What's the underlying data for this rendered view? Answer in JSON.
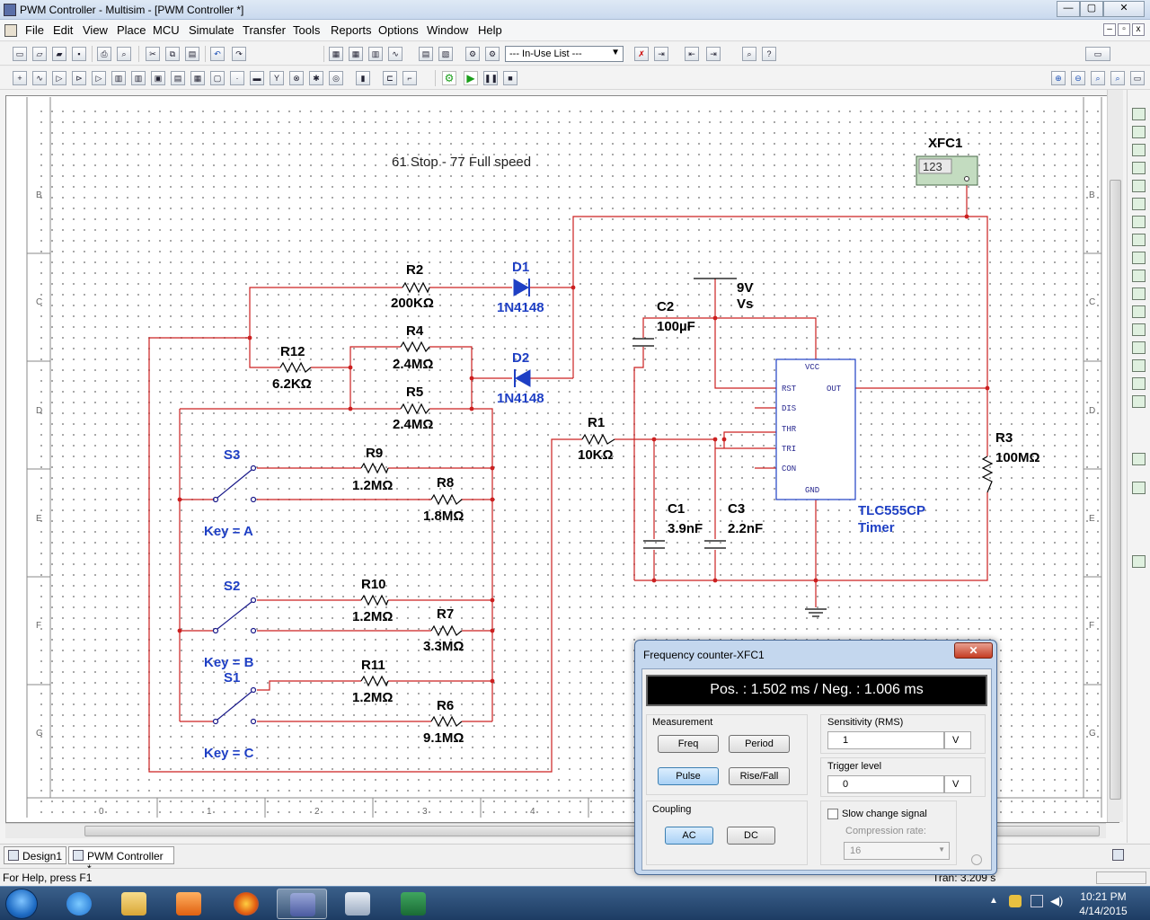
{
  "window": {
    "title": "PWM Controller - Multisim - [PWM Controller *]",
    "minimize": "—",
    "maximize": "▢",
    "close": "✕"
  },
  "menu": {
    "items": [
      "File",
      "Edit",
      "View",
      "Place",
      "MCU",
      "Simulate",
      "Transfer",
      "Tools",
      "Reports",
      "Options",
      "Window",
      "Help"
    ]
  },
  "toolbar": {
    "in_use_list": "--- In-Use List ---"
  },
  "schematic": {
    "note": "61 Stop - 77 Full speed",
    "xfc1": {
      "ref": "XFC1",
      "display": "123"
    },
    "r2": {
      "ref": "R2",
      "value": "200KΩ"
    },
    "d1": {
      "ref": "D1",
      "model": "1N4148"
    },
    "r4": {
      "ref": "R4",
      "value": "2.4MΩ"
    },
    "r12": {
      "ref": "R12",
      "value": "6.2KΩ"
    },
    "d2": {
      "ref": "D2",
      "model": "1N4148"
    },
    "r5": {
      "ref": "R5",
      "value": "2.4MΩ"
    },
    "s3": {
      "ref": "S3",
      "key": "Key = A"
    },
    "r9": {
      "ref": "R9",
      "value": "1.2MΩ"
    },
    "r8": {
      "ref": "R8",
      "value": "1.8MΩ"
    },
    "s2": {
      "ref": "S2",
      "key": "Key = B"
    },
    "r10": {
      "ref": "R10",
      "value": "1.2MΩ"
    },
    "r7": {
      "ref": "R7",
      "value": "3.3MΩ"
    },
    "s1": {
      "ref": "S1",
      "key": "Key = C"
    },
    "r11": {
      "ref": "R11",
      "value": "1.2MΩ"
    },
    "r6": {
      "ref": "R6",
      "value": "9.1MΩ"
    },
    "r1": {
      "ref": "R1",
      "value": "10KΩ"
    },
    "c2": {
      "ref": "C2",
      "value": "100µF"
    },
    "vs": {
      "ref": "Vs",
      "value": "9V"
    },
    "c1": {
      "ref": "C1",
      "value": "3.9nF"
    },
    "c3": {
      "ref": "C3",
      "value": "2.2nF"
    },
    "r3": {
      "ref": "R3",
      "value": "100MΩ"
    },
    "timer": {
      "model": "TLC555CP",
      "type": "Timer",
      "pins": {
        "vcc": "VCC",
        "rst": "RST",
        "out": "OUT",
        "dis": "DIS",
        "thr": "THR",
        "tri": "TRI",
        "con": "CON",
        "gnd": "GND"
      }
    },
    "row_labels": [
      "B",
      "C",
      "D",
      "E",
      "F",
      "G"
    ],
    "col_labels": [
      "0",
      "1",
      "2",
      "3",
      "4"
    ]
  },
  "tabs": {
    "design1": "Design1",
    "pwm": "PWM Controller *"
  },
  "status": {
    "help": "For Help, press F1",
    "tran": "Tran: 3.209 s"
  },
  "freq_counter": {
    "title": "Frequency counter-XFC1",
    "close": "✕",
    "display": "Pos. : 1.502 ms / Neg. : 1.006 ms",
    "measurement_label": "Measurement",
    "freq": "Freq",
    "period": "Period",
    "pulse": "Pulse",
    "risefall": "Rise/Fall",
    "coupling_label": "Coupling",
    "ac": "AC",
    "dc": "DC",
    "sensitivity_label": "Sensitivity (RMS)",
    "sensitivity_value": "1",
    "sensitivity_unit": "V",
    "trigger_label": "Trigger level",
    "trigger_value": "0",
    "trigger_unit": "V",
    "slow_change": "Slow change signal",
    "compression_label": "Compression rate:",
    "compression_value": "16"
  },
  "taskbar": {
    "time": "10:21 PM",
    "date": "4/14/2015"
  }
}
